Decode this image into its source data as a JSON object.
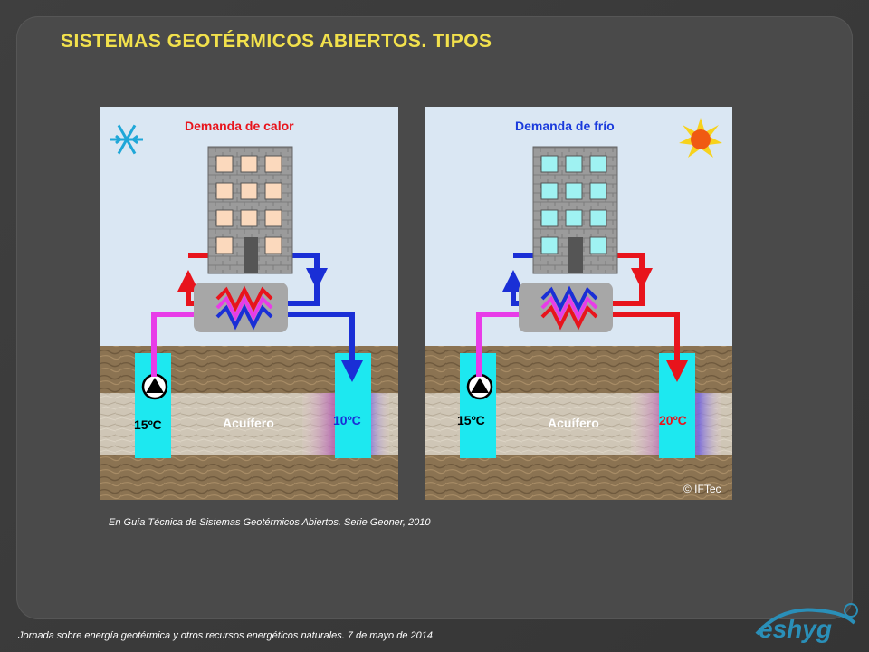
{
  "slide": {
    "title": "SISTEMAS GEOTÉRMICOS ABIERTOS. TIPOS",
    "source": "En Guía Técnica de Sistemas Geotérmicos Abiertos. Serie Geoner, 2010",
    "footer": "Jornada sobre energía geotérmica y otros recursos energéticos naturales. 7 de mayo de 2014",
    "logo_text": "eshyg"
  },
  "figure": {
    "copyright": "© IFTec",
    "left_panel": {
      "heading": "Demanda de calor",
      "heading_color": "#e8141c",
      "aquifer_label": "Acuífero",
      "well_left_temp": "15ºC",
      "well_right_temp": "10ºC",
      "window_color": "#fbd9bd",
      "season_icon": "snowflake-icon"
    },
    "right_panel": {
      "heading": "Demanda de frío",
      "heading_color": "#1a3bdc",
      "aquifer_label": "Acuífero",
      "well_left_temp": "15ºC",
      "well_right_temp": "20ºC",
      "window_color": "#9ff2f2",
      "season_icon": "sun-icon"
    }
  },
  "colors": {
    "title": "#f2e14c",
    "hot_pipe": "#e8141c",
    "cold_pipe": "#1a2fd6",
    "return_pipe": "#e83ce8",
    "water": "#1de8f0",
    "accent_logo": "#2a8fb8"
  }
}
